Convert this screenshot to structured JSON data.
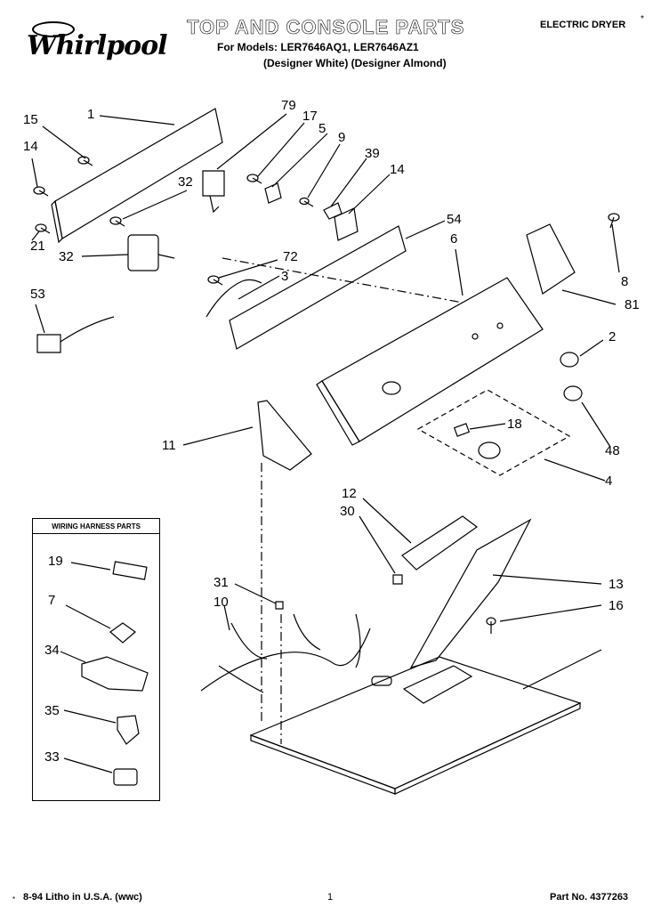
{
  "header": {
    "brand": "Whirlpool",
    "title": "TOP AND CONSOLE PARTS",
    "models_line": "For Models: LER7646AQ1, LER7646AZ1",
    "variants_line": "(Designer White) (Designer Almond)",
    "category": "ELECTRIC DRYER",
    "corner_mark": "*"
  },
  "legend": {
    "title": "WIRING HARNESS PARTS",
    "items": [
      "19",
      "7",
      "34",
      "35",
      "33"
    ]
  },
  "callouts": [
    "1",
    "15",
    "14",
    "32",
    "79",
    "17",
    "5",
    "9",
    "39",
    "14",
    "21",
    "32",
    "72",
    "3",
    "53",
    "54",
    "6",
    "8",
    "81",
    "2",
    "18",
    "48",
    "4",
    "11",
    "12",
    "30",
    "31",
    "10",
    "13",
    "16"
  ],
  "footer": {
    "left": "8-94 Litho in U.S.A. (wwc)",
    "left_mark": "*",
    "center": "1",
    "right": "Part No. 4377263"
  }
}
